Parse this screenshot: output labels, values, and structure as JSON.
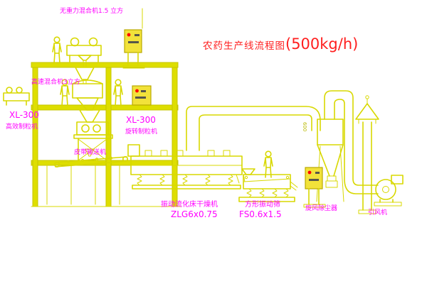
{
  "title": {
    "text": "农药生产线流程图",
    "capacity": "(500kg/h)"
  },
  "colors": {
    "background": "#ffffff",
    "line": "#d8d800",
    "label": "#ff00ff",
    "title": "#ff1f1f",
    "panel_fill": "#f2e23a",
    "indicator_dot": "#ff0000"
  },
  "labels": {
    "top_mixer": "无重力混合机1.5 立方",
    "high_speed_mixer": "高速混合机3立方",
    "granulator_left_model": "XL-300",
    "granulator_left_name": "高效制粒机",
    "granulator_mid_model": "XL-300",
    "granulator_mid_name": "旋转制粒机",
    "belt_conveyor": "皮带输送机",
    "dryer_name": "振动流化床干燥机",
    "dryer_model": "ZLG6x0.75",
    "sieve_name": "方形振动筛",
    "sieve_model": "FS0.6x1.5",
    "cyclone_name": "旋风除尘器",
    "fan_name": "引风机",
    "duct_diameter": "600"
  }
}
